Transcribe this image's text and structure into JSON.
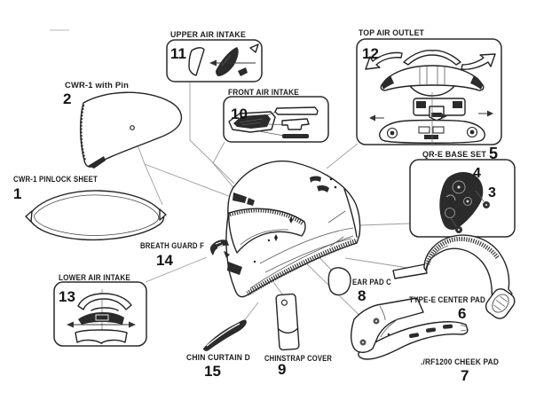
{
  "diagram": {
    "type": "exploded-parts-diagram",
    "subject": "full-face motorcycle helmet",
    "colors": {
      "ink": "#1f1f1f",
      "paper": "#ffffff",
      "dark_fill": "#2b2b2b",
      "leader_line": "#9b9b9b"
    }
  },
  "parts": {
    "pinlock_sheet": {
      "number": "1",
      "label": "CWR-1 PINLOCK SHEET"
    },
    "shield": {
      "number": "2",
      "label": "CWR-1 with Pin"
    },
    "base_screw": {
      "number": "3"
    },
    "base_plate": {
      "number": "4"
    },
    "qre_base_set": {
      "number": "5",
      "label": "QR-E BASE SET"
    },
    "center_pad": {
      "number": "6",
      "label": "TYPE-E CENTER PAD"
    },
    "cheek_pad": {
      "number": "7",
      "label": "./RF1200 CHEEK PAD"
    },
    "ear_pad": {
      "number": "8",
      "label": "EAR PAD C"
    },
    "chinstrap_cover": {
      "number": "9",
      "label": "CHINSTRAP COVER"
    },
    "front_air_intake": {
      "number": "10",
      "label": "FRONT AIR INTAKE"
    },
    "upper_air_intake": {
      "number": "11",
      "label": "UPPER AIR INTAKE"
    },
    "top_air_outlet": {
      "number": "12",
      "label": "TOP AIR OUTLET"
    },
    "lower_air_intake": {
      "number": "13",
      "label": "LOWER AIR INTAKE"
    },
    "breath_guard": {
      "number": "14",
      "label": "BREATH GUARD F"
    },
    "chin_curtain": {
      "number": "15",
      "label": "CHIN CURTAIN D"
    }
  }
}
